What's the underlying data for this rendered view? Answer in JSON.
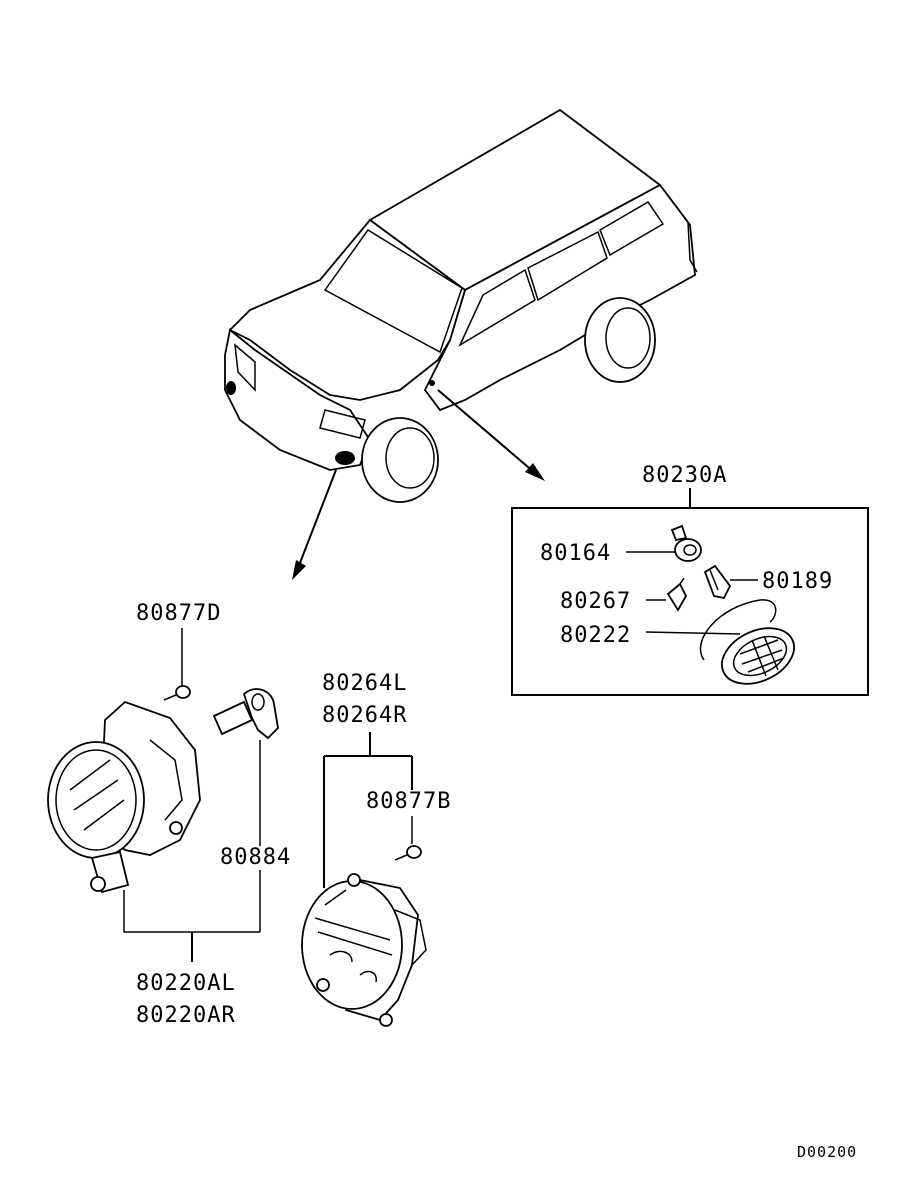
{
  "labels": {
    "side_assembly": "80230A",
    "side_socket": "80164",
    "side_bulb": "80189",
    "side_clip": "80267",
    "side_lens": "80222",
    "screw_top": "80877D",
    "bracket_l": "80264L",
    "bracket_r": "80264R",
    "screw_bracket": "80877B",
    "fog_bulb": "80884",
    "fog_lamp_l": "80220AL",
    "fog_lamp_r": "80220AR"
  },
  "diagram_code": "D00200"
}
